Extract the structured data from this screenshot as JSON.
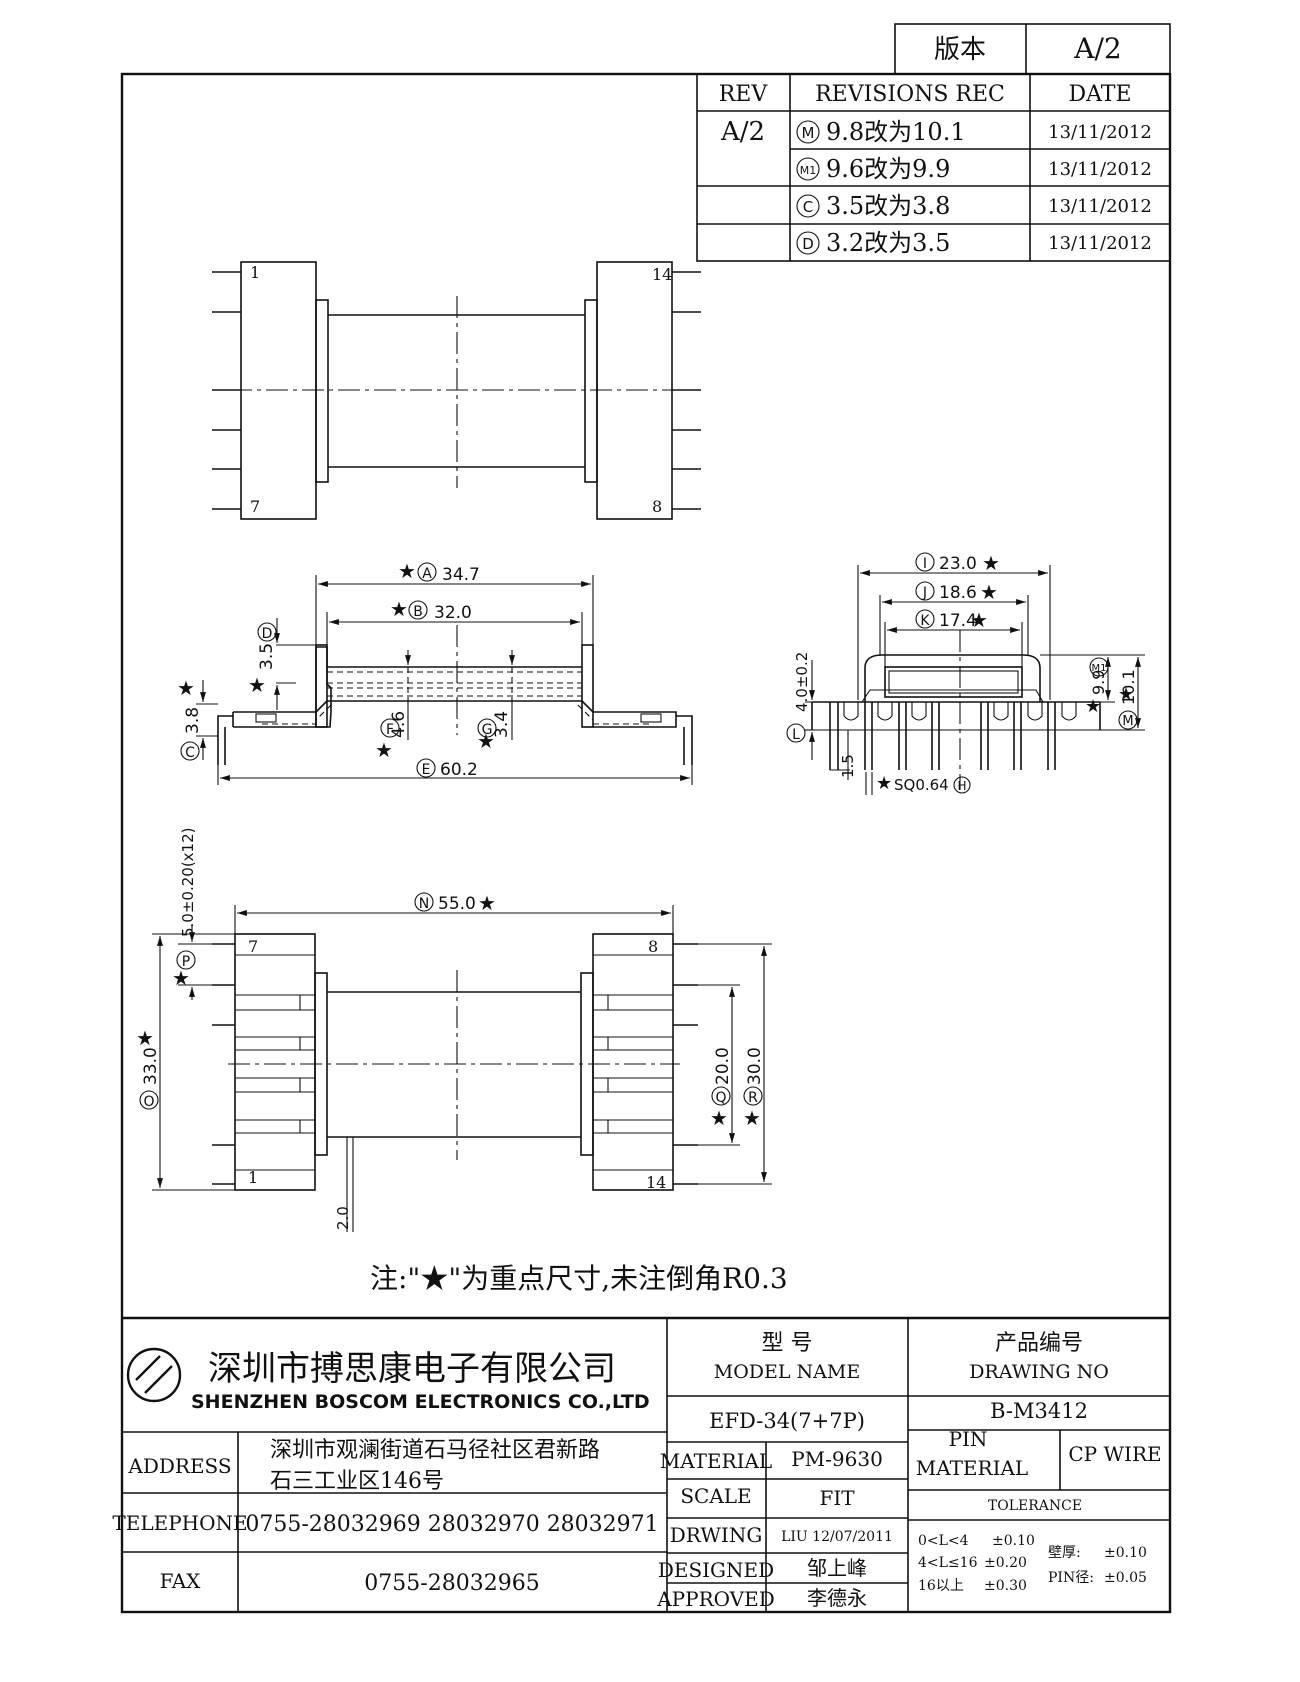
{
  "version_box": {
    "label": "版本",
    "value": "A/2"
  },
  "revisions": {
    "headers": {
      "rev": "REV",
      "rec": "REVISIONS REC",
      "date": "DATE"
    },
    "rev_value": "A/2",
    "rows": [
      {
        "marker": "M",
        "text": "9.8改为10.1",
        "date": "13/11/2012"
      },
      {
        "marker": "M1",
        "text": "9.6改为9.9",
        "date": "13/11/2012"
      },
      {
        "marker": "C",
        "text": "3.5改为3.8",
        "date": "13/11/2012"
      },
      {
        "marker": "D",
        "text": "3.2改为3.5",
        "date": "13/11/2012"
      }
    ]
  },
  "top_view": {
    "pin_labels": [
      "1",
      "7",
      "14",
      "8"
    ]
  },
  "side_view": {
    "dims": {
      "A": {
        "mark": "A",
        "value": "34.7"
      },
      "B": {
        "mark": "B",
        "value": "32.0"
      },
      "D": {
        "mark": "D",
        "value": "3.5"
      },
      "C": {
        "mark": "C",
        "value": "3.8"
      },
      "F": {
        "mark": "F",
        "value": "4.6"
      },
      "G": {
        "mark": "G",
        "value": "3.4"
      },
      "E": {
        "mark": "E",
        "value": "60.2"
      }
    }
  },
  "end_view": {
    "dims": {
      "I": {
        "mark": "I",
        "value": "23.0"
      },
      "J": {
        "mark": "J",
        "value": "18.6"
      },
      "K": {
        "mark": "K",
        "value": "17.4"
      },
      "L": {
        "mark": "L",
        "value": "4.0±0.2"
      },
      "M1": {
        "mark": "M1",
        "value": "9.9"
      },
      "M": {
        "mark": "M",
        "value": "10.1"
      },
      "pin_len": {
        "value": "1.5"
      },
      "H": {
        "mark": "H",
        "value": "SQ0.64"
      }
    }
  },
  "bottom_view": {
    "pin_labels": [
      "7",
      "1",
      "8",
      "14"
    ],
    "dims": {
      "N": {
        "mark": "N",
        "value": "55.0"
      },
      "pitch": {
        "value": "5.0±0.20(x12)"
      },
      "P": {
        "mark": "P",
        "value": ""
      },
      "O": {
        "mark": "O",
        "value": "33.0"
      },
      "Q": {
        "mark": "Q",
        "value": "20.0"
      },
      "R": {
        "mark": "R",
        "value": "30.0"
      },
      "small": {
        "value": "2.0"
      }
    }
  },
  "note": "注:\"★\"为重点尺寸,未注倒角R0.3",
  "star_symbol": "★",
  "title_block": {
    "company_cn": "深圳市搏思康电子有限公司",
    "company_en": "SHENZHEN BOSCOM ELECTRONICS CO.,LTD",
    "address_label": "ADDRESS",
    "address_line1": "深圳市观澜街道石马径社区君新路",
    "address_line2": "石三工业区146号",
    "telephone_label": "TELEPHONE",
    "telephone_value": "0755-28032969 28032970 28032971",
    "fax_label": "FAX",
    "fax_value": "0755-28032965",
    "model_cn": "型    号",
    "model_en": "MODEL NAME",
    "model_value": "EFD-34(7+7P)",
    "drawing_cn": "产品编号",
    "drawing_en": "DRAWING NO",
    "drawing_value": "B-M3412",
    "material_label": "MATERIAL",
    "material_value": "PM-9630",
    "scale_label": "SCALE",
    "scale_value": "FIT",
    "drwing_label": "DRWING",
    "drwing_value": "LIU 12/07/2011",
    "designed_label": "DESIGNED",
    "designed_value": "邹上峰",
    "approved_label": "APPROVED",
    "approved_value": "李德永",
    "pin_label_1": "PIN",
    "pin_label_2": "MATERIAL",
    "pin_value": "CP WIRE",
    "tolerance_label": "TOLERANCE",
    "tol_rows": [
      {
        "range": "0<L<4",
        "value": "±0.10"
      },
      {
        "range": "4<L≤16",
        "value": "±0.20"
      },
      {
        "range": "16以上",
        "value": "±0.30"
      }
    ],
    "wall_label": "壁厚:",
    "wall_value": "±0.10",
    "pin_dia_label": "PIN径:",
    "pin_dia_value": "±0.05"
  }
}
